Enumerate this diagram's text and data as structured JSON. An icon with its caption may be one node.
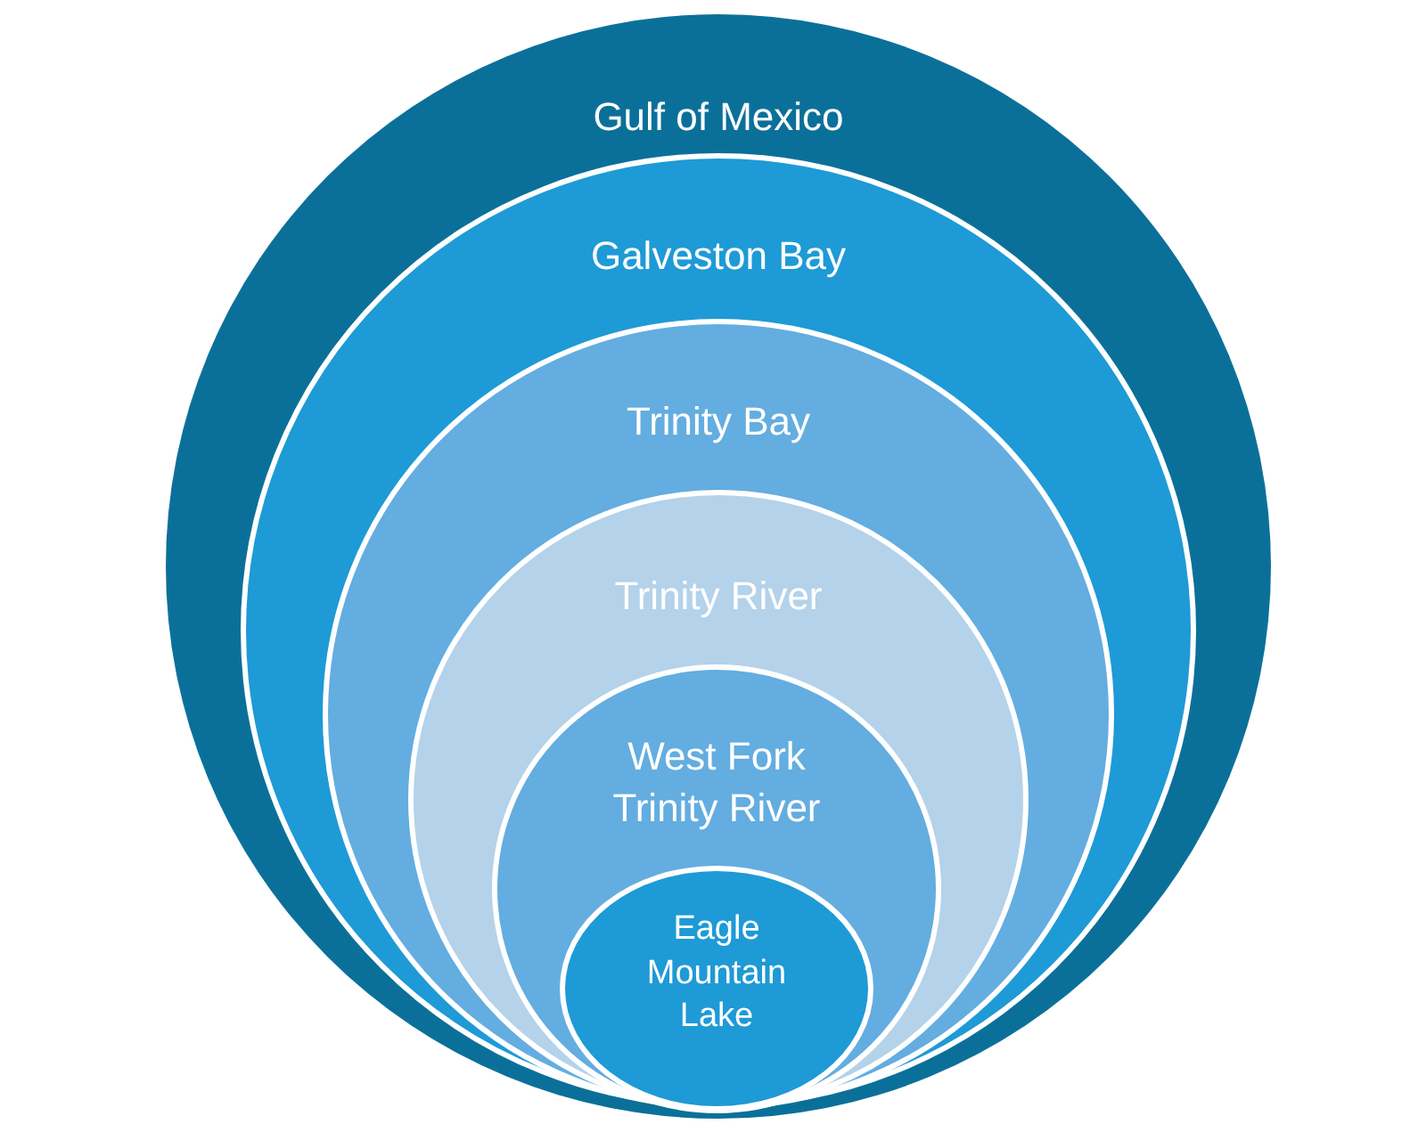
{
  "diagram": {
    "nodes": [
      {
        "text": [
          "Gulf of Mexico"
        ]
      },
      {
        "text": [
          "Galveston Bay"
        ],
        "in": 0
      },
      {
        "text": [
          "Trinity Bay"
        ],
        "in": 1
      },
      {
        "text": [
          "Trinity River"
        ],
        "in": 2
      },
      {
        "text": [
          "West Fork Trinity River"
        ],
        "in": 3
      },
      {
        "text": [
          "Eagle Mountain Lake"
        ],
        "in": 4
      }
    ]
  }
}
